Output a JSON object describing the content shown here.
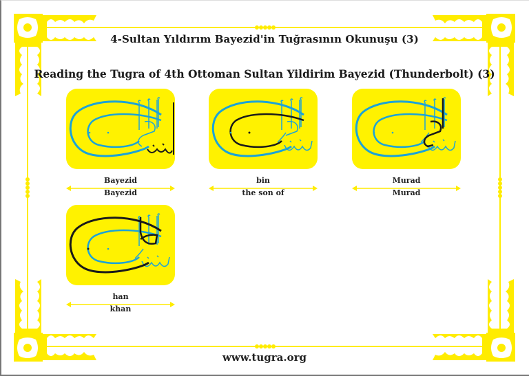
{
  "header": {
    "title_turkish": "4-Sultan Yıldırım Bayezid'in Tuğrasının Okunuşu (3)",
    "title_english": "Reading the Tugra of 4th Ottoman Sultan Yildirim Bayezid (Thunderbolt) (3)"
  },
  "items": [
    {
      "original": "Bayezid",
      "translation": "Bayezid",
      "highlight": "bayezid-name-strokes"
    },
    {
      "original": "bin",
      "translation": "the son of",
      "highlight": "inner-loop"
    },
    {
      "original": "Murad",
      "translation": "Murad",
      "highlight": "murad-name-strokes"
    },
    {
      "original": "han",
      "translation": "khan",
      "highlight": "outer-loop"
    }
  ],
  "footer": {
    "website": "www.tugra.org"
  },
  "colors": {
    "border_yellow": "#ffec00",
    "card_yellow": "#fff200",
    "tugra_blue": "#1ba3d8",
    "highlight_black": "#1a1a1a",
    "text": "#1a1a1a"
  }
}
